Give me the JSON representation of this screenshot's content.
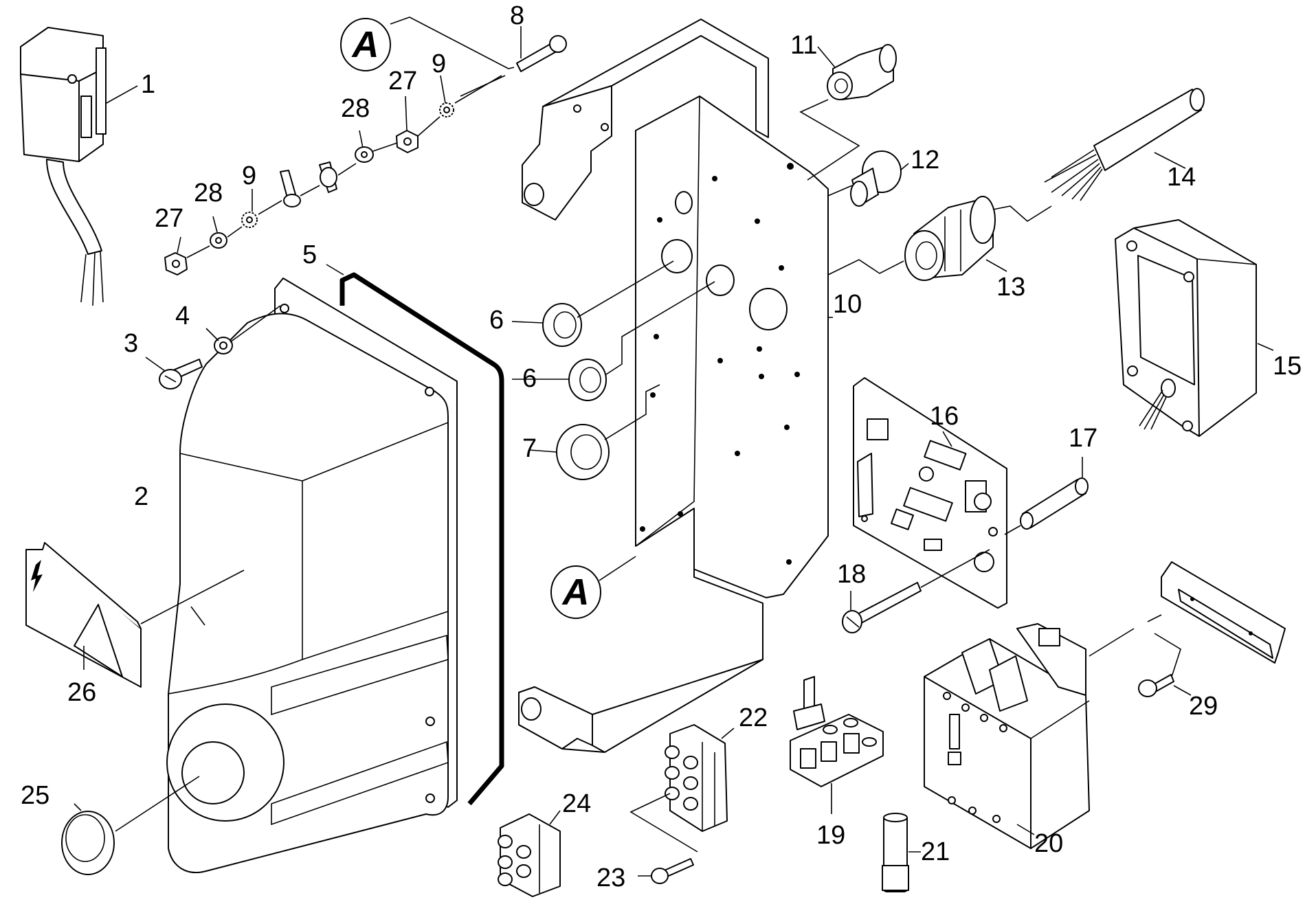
{
  "diagram": {
    "callouts": [
      "1",
      "2",
      "3",
      "4",
      "5",
      "6",
      "6",
      "7",
      "8",
      "9",
      "9",
      "10",
      "11",
      "12",
      "13",
      "14",
      "15",
      "16",
      "17",
      "18",
      "19",
      "20",
      "21",
      "22",
      "23",
      "24",
      "25",
      "26",
      "27",
      "27",
      "28",
      "28",
      "29"
    ],
    "reference_marks": [
      "A",
      "A"
    ],
    "warning_symbol": "lightning-bolt-icon"
  }
}
